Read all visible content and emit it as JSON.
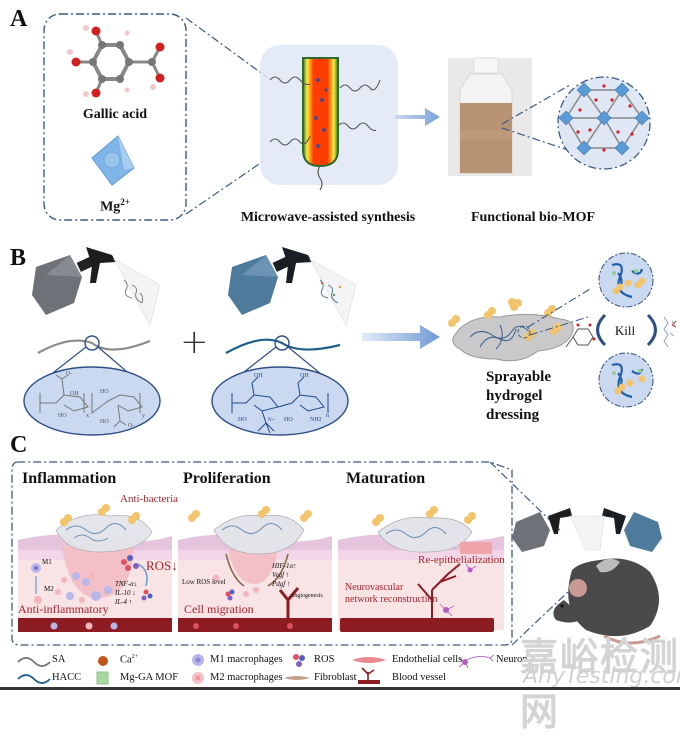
{
  "panels": {
    "A": {
      "letter": "A",
      "reagents": {
        "gallic_acid": "Gallic acid",
        "mg_prefix": "Mg",
        "mg_sup": "2+"
      },
      "synthesis_label": "Microwave-assisted synthesis",
      "product_label": "Functional bio-MOF"
    },
    "B": {
      "letter": "B",
      "plus_sign": "+",
      "sa_subscripts": {
        "x": "x",
        "y": "y"
      },
      "hacc_labels": {
        "oh1": "OH",
        "oh2": "OH",
        "ho1": "HO",
        "ho2": "HO",
        "nh2": "NH2",
        "n_plus": "N+",
        "n": "n"
      },
      "sa_labels": {
        "oh": "OH",
        "ho1": "HO",
        "ho2": "HO",
        "ho3": "HO",
        "o_minus1": "O-",
        "o_minus2": "O-"
      },
      "dressing_label": [
        "Sprayable",
        "hydrogel",
        "dressing"
      ],
      "kill_label": "Kill"
    },
    "C": {
      "letter": "C",
      "stages": [
        {
          "title": "Inflammation",
          "annotations": {
            "top": "Anti-bacteria",
            "m1": "M1",
            "m2": "M2",
            "ros": "ROS↓",
            "cytokines": [
              "TNF-α↓",
              "IL-10 ↓",
              "IL-4  ↑"
            ],
            "bottom": "Anti-inflammatory"
          }
        },
        {
          "title": "Proliferation",
          "annotations": {
            "low_ros": "Low ROS level",
            "factors": [
              "HIF-1α↑",
              "Vegf ↑",
              "Pdgf ↑"
            ],
            "angiogenesis": "Angiogenesis",
            "bottom": "Cell migration"
          }
        },
        {
          "title": "Maturation",
          "annotations": {
            "reepi": "Re-epithelialization",
            "neuro": [
              "Neurovascular",
              "network reconstruction"
            ]
          }
        }
      ]
    }
  },
  "legend": {
    "items": [
      {
        "icon": "sa-strand-icon",
        "label": "SA"
      },
      {
        "icon": "hacc-strand-icon",
        "label": "HACC"
      },
      {
        "icon": "calcium-ion-icon",
        "label": "Ca",
        "sup": "2+"
      },
      {
        "icon": "mg-ga-mof-icon",
        "label": "Mg-GA MOF"
      },
      {
        "icon": "m1-macrophage-icon",
        "label": "M1 macrophages"
      },
      {
        "icon": "m2-macrophage-icon",
        "label": "M2 macrophages"
      },
      {
        "icon": "ros-icon",
        "label": "ROS"
      },
      {
        "icon": "fibroblast-icon",
        "label": "Fibroblast"
      },
      {
        "icon": "endothelial-cell-icon",
        "label": "Endothelial cells"
      },
      {
        "icon": "blood-vessel-icon",
        "label": "Blood vessel"
      },
      {
        "icon": "neuron-icon",
        "label": "Neuron"
      }
    ]
  },
  "watermark": {
    "cn": "嘉峪检测网",
    "en": "AnyTesting.com"
  },
  "colors": {
    "dash_blue": "#3d5a80",
    "label_red": "#a8242c",
    "skin_pink": "#f6dde0",
    "vessel_red": "#8c1c22",
    "mof_blue": "#5b9bd5",
    "ellipse_fill": "#cad8f0"
  }
}
